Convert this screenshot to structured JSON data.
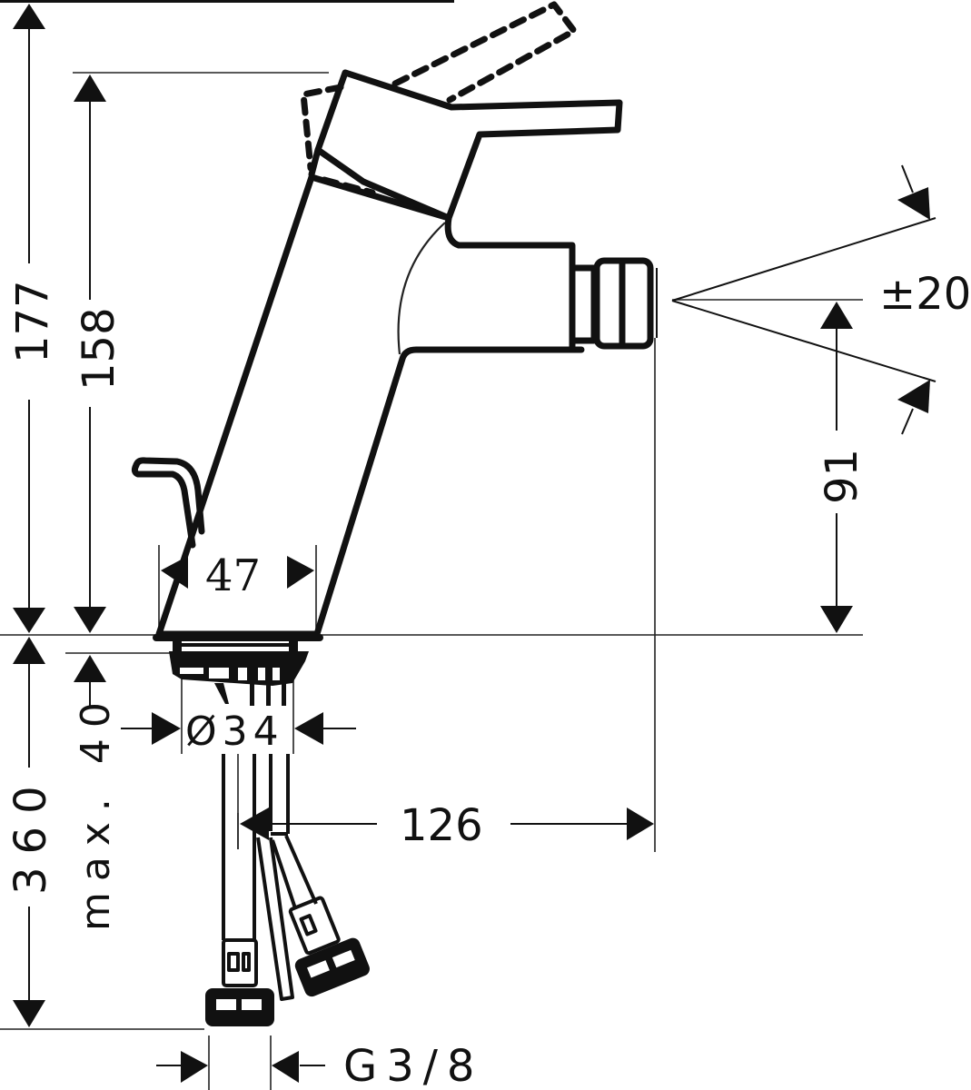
{
  "drawing": {
    "subject": "Bidet mixer technical drawing",
    "dimensions": {
      "total_height": "177",
      "spout_lever_height": "158",
      "base_width": "47",
      "spray_angle": "±20",
      "outlet_height": "91",
      "hole_diameter": "Ø34",
      "max_thickness": "max. 40",
      "hose_length": "360",
      "projection": "126",
      "thread": "G3/8"
    },
    "colors": {
      "line": "#111111",
      "background": "#ffffff"
    }
  }
}
